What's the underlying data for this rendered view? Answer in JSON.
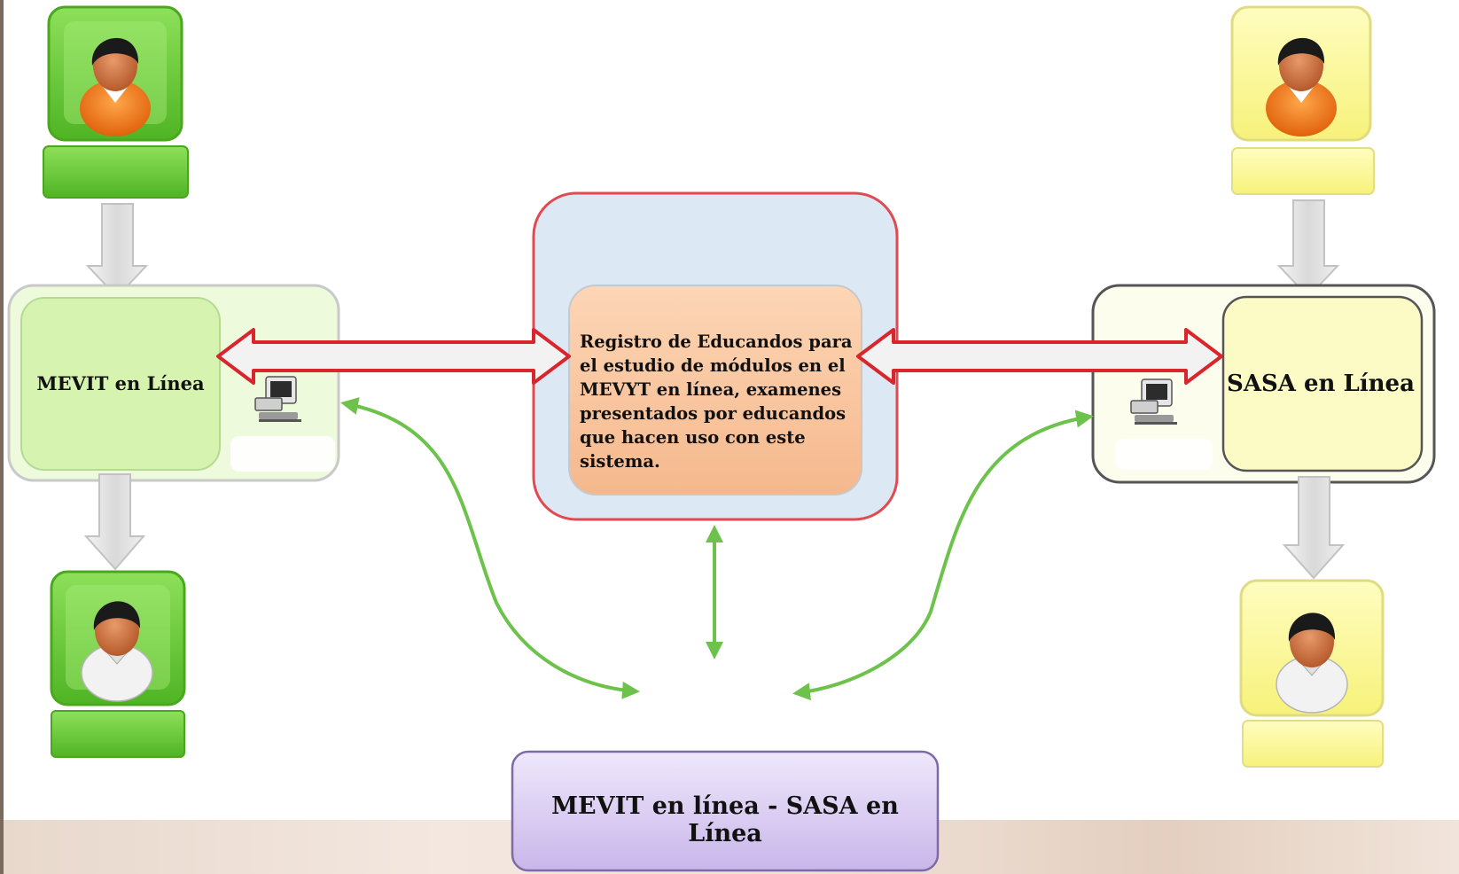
{
  "nodes": {
    "mevit_system": {
      "label": "MEVIT en Línea"
    },
    "sasa_system": {
      "label": "SASA en Línea"
    },
    "registry": {
      "text": "Registro de Educandos para el estudio de módulos en el MEVYT en línea, examenes presentados por educandos que hacen uso con este sistema."
    },
    "integration": {
      "label": "MEVIT en línea - SASA en Línea"
    }
  },
  "colors": {
    "green_user_box": "#6dcc3a",
    "yellow_user_box": "#fbf79a",
    "left_system_fill": "#d8f5b4",
    "right_system_fill": "#fcfbc8",
    "registry_fill": "#fac8a4",
    "registry_frame": "#dce9f5",
    "red_arrow": "#d9252c",
    "green_arrow": "#6cc24a",
    "integration_fill": "#ddd0f0"
  },
  "icons": [
    "user-icon",
    "computer-icon"
  ]
}
